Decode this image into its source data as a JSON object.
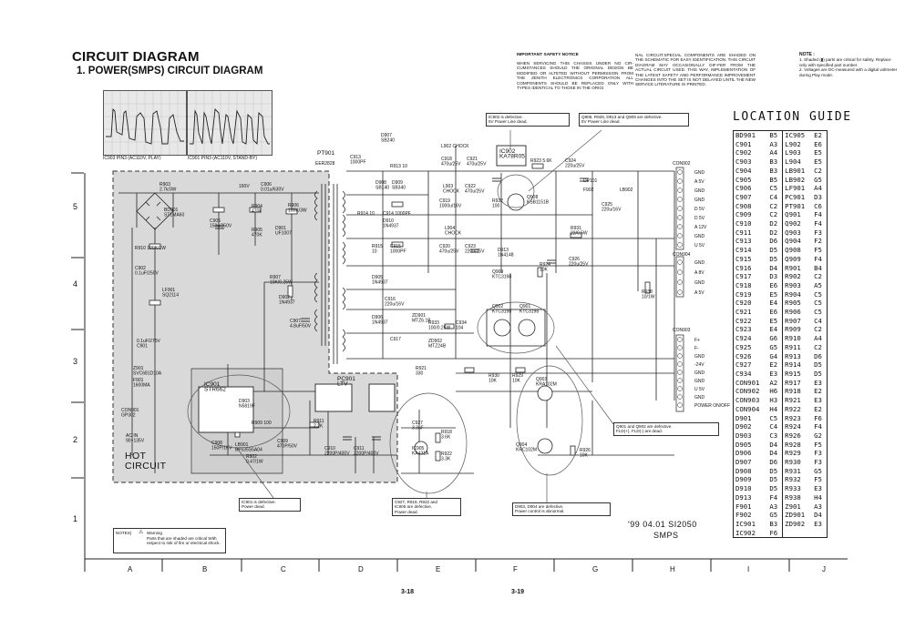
{
  "header": {
    "title": "CIRCUIT DIAGRAM",
    "subtitle": "1. POWER(SMPS) CIRCUIT DIAGRAM"
  },
  "safety": {
    "heading": "IMPORTANT SAFETY NOTICE",
    "col1": "WHEN SERVICING THIS CHASSIS UNDER NO CIR-CUMSTANCES SHOULD THE ORIGINAL DESIGN BE MODIFIED OR ALTETED WITHOUT PERMISSION FROM THE ZENITH ELECTRONICS CORPORATION ALL COMPONENTS SHOULD BE REPLACED ONLY WITH TYPES IDENTICAL TO THOSE IN THE ORIGI",
    "col2": "NAL CIRCUIT.SPECIAL COMPONENTS ARE SHADED ON THE SCHEMATIC FOR EASY IDENTIFICATION. THIS CIRCUIT DIAGRAM MAY OCCASIONALLY DIF-FER FROM THE ACTUAL CIRCUIT USED. THIS WAY, IMPLEMENTATION OF THE LATEST SAFETY AND PERFORMANCE IMPROVEMENT CHANGES INTO THE SET IS NOT DELAYED UNTIL THE NEW SERVICE LITERATURE IS PRINTED."
  },
  "note": {
    "heading": "NOTE :",
    "line1": "1. Shaded (▮) parts are critical for safety. Replace only with specified part number.",
    "line2": "2. Voltages are DC-measured with a digital voltmeter during Play mode."
  },
  "waveforms": {
    "caption1": "IC903 PIN3 (AC110V, PLAY)",
    "caption2": "IC901 PIN3 (AC110V, STAND-BY)"
  },
  "callouts": {
    "ic902": "IC902 is defective.\n5V Power Line dead.",
    "q908": "Q908, R928, D913 and Q909 are defective.\n5V Power Line dead.",
    "q901": "Q901 and Q902 are defective.\nFLD(+), FLD(-) are dead.",
    "ic901": "IC901 is defective.\nPower dead.",
    "c927": "C927, R918, R922 and\nIC905 are defective.\nPower dead.",
    "d903": "D903, D904 are defective.\nPower control is abnormal."
  },
  "location_guide": {
    "title": "LOCATION GUIDE",
    "rows": [
      [
        "BD901",
        "B5",
        "IC905",
        "E2"
      ],
      [
        "C901",
        "A3",
        "L902",
        "E6"
      ],
      [
        "C902",
        "A4",
        "L903",
        "E5"
      ],
      [
        "C903",
        "B3",
        "L904",
        "E5"
      ],
      [
        "C904",
        "B3",
        "LB901",
        "C2"
      ],
      [
        "C905",
        "B5",
        "LB902",
        "G5"
      ],
      [
        "C906",
        "C5",
        "LF901",
        "A4"
      ],
      [
        "C907",
        "C4",
        "PC901",
        "D3"
      ],
      [
        "C908",
        "C2",
        "PT901",
        "C6"
      ],
      [
        "C909",
        "C2",
        "Q901",
        "F4"
      ],
      [
        "C910",
        "D2",
        "Q902",
        "F4"
      ],
      [
        "C911",
        "D2",
        "Q903",
        "F3"
      ],
      [
        "C913",
        "D6",
        "Q904",
        "F2"
      ],
      [
        "C914",
        "D5",
        "Q908",
        "F5"
      ],
      [
        "C915",
        "D5",
        "Q909",
        "F4"
      ],
      [
        "C916",
        "D4",
        "R901",
        "B4"
      ],
      [
        "C917",
        "D3",
        "R902",
        "C2"
      ],
      [
        "C918",
        "E6",
        "R903",
        "A5"
      ],
      [
        "C919",
        "E5",
        "R904",
        "C5"
      ],
      [
        "C920",
        "E4",
        "R905",
        "C5"
      ],
      [
        "C921",
        "E6",
        "R906",
        "C5"
      ],
      [
        "C922",
        "E5",
        "R907",
        "C4"
      ],
      [
        "C923",
        "E4",
        "R909",
        "C2"
      ],
      [
        "C924",
        "G6",
        "R910",
        "A4"
      ],
      [
        "C925",
        "G5",
        "R911",
        "C2"
      ],
      [
        "C926",
        "G4",
        "R913",
        "D6"
      ],
      [
        "C927",
        "E2",
        "R914",
        "D5"
      ],
      [
        "C934",
        "E3",
        "R915",
        "D5"
      ],
      [
        "CON901",
        "A2",
        "R917",
        "E3"
      ],
      [
        "CON902",
        "H6",
        "R918",
        "E2"
      ],
      [
        "CON903",
        "H3",
        "R921",
        "E3"
      ],
      [
        "CON904",
        "H4",
        "R922",
        "E2"
      ],
      [
        "D901",
        "C5",
        "R923",
        "F6"
      ],
      [
        "D902",
        "C4",
        "R924",
        "F4"
      ],
      [
        "D903",
        "C3",
        "R926",
        "G2"
      ],
      [
        "D905",
        "D4",
        "R928",
        "F5"
      ],
      [
        "D906",
        "D4",
        "R929",
        "F3"
      ],
      [
        "D907",
        "D6",
        "R930",
        "F3"
      ],
      [
        "D908",
        "D5",
        "R931",
        "G5"
      ],
      [
        "D909",
        "D5",
        "R932",
        "F5"
      ],
      [
        "D910",
        "D5",
        "R933",
        "E3"
      ],
      [
        "D913",
        "F4",
        "R938",
        "H4"
      ],
      [
        "F901",
        "A3",
        "Z901",
        "A3"
      ],
      [
        "F902",
        "G5",
        "ZD901",
        "D4"
      ],
      [
        "IC901",
        "B3",
        "ZD902",
        "E3"
      ],
      [
        "IC902",
        "F6",
        "",
        ""
      ]
    ]
  },
  "grid": {
    "letters": [
      "A",
      "B",
      "C",
      "D",
      "E",
      "F",
      "G",
      "H",
      "I",
      "J"
    ],
    "numbers": [
      "5",
      "4",
      "3",
      "2",
      "1"
    ]
  },
  "pages": {
    "left": "3-18",
    "right": "3-19"
  },
  "signature": {
    "line1": "'99 04.01 SI2050",
    "line2": "SMPS"
  },
  "hot_circuit": {
    "line1": "HOT",
    "line2": "CIRCUIT"
  },
  "notes": {
    "label": "NOTES)",
    "warning": "Warning",
    "text": "Parts that are shaded are critical With respect to risk of fire or electrical shock."
  },
  "schematic": {
    "pt901": "PT901",
    "eer": "EER2828",
    "con902": "CON902",
    "con904": "CON904",
    "con903": "CON903",
    "con902_pins": [
      "GND",
      "A 5V",
      "GND",
      "GND",
      "D 5V",
      "D 5V",
      "A 12V",
      "GND",
      "U 5V"
    ],
    "con904_pins": [
      "GND",
      "A 8V",
      "GND",
      "A 5V"
    ],
    "con903_pins": [
      "F+",
      "F-",
      "GND",
      "-24V",
      "GND",
      "GND",
      "U 5V",
      "GND",
      "POWER ON/OFF"
    ],
    "parts": {
      "r903": "R903\n2.7k/3W",
      "bd901": "BD901\nST1MA60",
      "r910": "R910  100K/1W",
      "c902": "C902\n0.1uF/250V",
      "lf901": "LF901\nSQ2114",
      "c901": "0.1uF/275V\nC901",
      "z901": "Z901\nSVC681D10A",
      "f901": "F901\n1600MA",
      "con901": "CON901\nGP302",
      "acin": "AC IN\n90~135V",
      "ic901": "IC901\nSTR662",
      "pc901": "PC901\nLTV",
      "c906": "C906\n0.01u/630V",
      "c905": "C905\n150u/250V",
      "r904": "R904\n470k",
      "r905": "R905\n470K",
      "r906": "R906\n100K/3W",
      "d901": "D901\nUF1007",
      "r907": "R907\n10K/0.25W",
      "d902": "D902\n1N4937",
      "c907": "C907\n4.8uF/50V",
      "d903": "D903\nN5819F",
      "lb901": "LB901\nBF535S5A04",
      "r902": "R902\n0.47/1W",
      "c908": "C908\n150P/1KV",
      "c909": "C909\n470P/50V",
      "r909": "R909 100",
      "r911": "R911\n2.2K",
      "c910": "C910\n2200P/400V",
      "c911": "C911\n2200P/400V",
      "d907": "D907\nSB240",
      "c913": "C913\n1000PF",
      "r913": "R913 10",
      "d908": "D908\nSB140",
      "d909": "D909\nSB340",
      "r914": "R914 10",
      "c914": "C914 1000PF",
      "d910": "D910\n1N4937",
      "r915": "R915\n10",
      "c915": "C915\n1000PF",
      "d905": "D905\n1N4937",
      "c916": "C916\n220u/16V",
      "d906": "D906\n1N4937",
      "zd901": "ZD901\nMTZ6.1B",
      "c917": "C917",
      "r918": "R918\n3.6K",
      "r922": "R922\n3.3K",
      "ic905": "IC905\nKA431A",
      "c927": "C927\n3.3uF",
      "r933": "R933\n100/0.25W",
      "c934": "C934\n104",
      "zd902": "ZD902\nMTZ24B",
      "r921": "R921\n330",
      "l902": "L902  CHOCK",
      "c918": "C918\n470u/25V",
      "c921": "C921\n470u/25V",
      "ic902": "IC902\nKA78R05",
      "r923": "R923  5.6K",
      "c924": "C924\n220u/25V",
      "l903": "L903\nCHOCK",
      "c919": "C919\n1000u/16V",
      "c922": "C922\n470u/25V",
      "r932": "R932\n100",
      "q908": "Q908\nKSB1151B",
      "f902": "F902",
      "lb902": "LB902",
      "c925": "C925\n220u/16V",
      "l904": "L904\nCHOCK",
      "c920": "C920\n470u/25V",
      "c923": "C923\n220u/25V",
      "r931": "R931\n22/0.5W",
      "d913": "D913\n1N4148",
      "q909": "Q909\nKTC3198",
      "r924": "R924\n10K",
      "c926": "C926\n220u/25V",
      "r938": "R938\n10/1W",
      "q902": "Q902\nKTC3198",
      "q901": "Q901\nKTC3198",
      "r930": "R930\n10K",
      "r929": "R929\n10K",
      "q903": "Q903\nKRA102M",
      "q904": "Q904\nKRC102M",
      "r926": "R926\n10K",
      "v160": "160V",
      "dp101": "DP101"
    }
  }
}
